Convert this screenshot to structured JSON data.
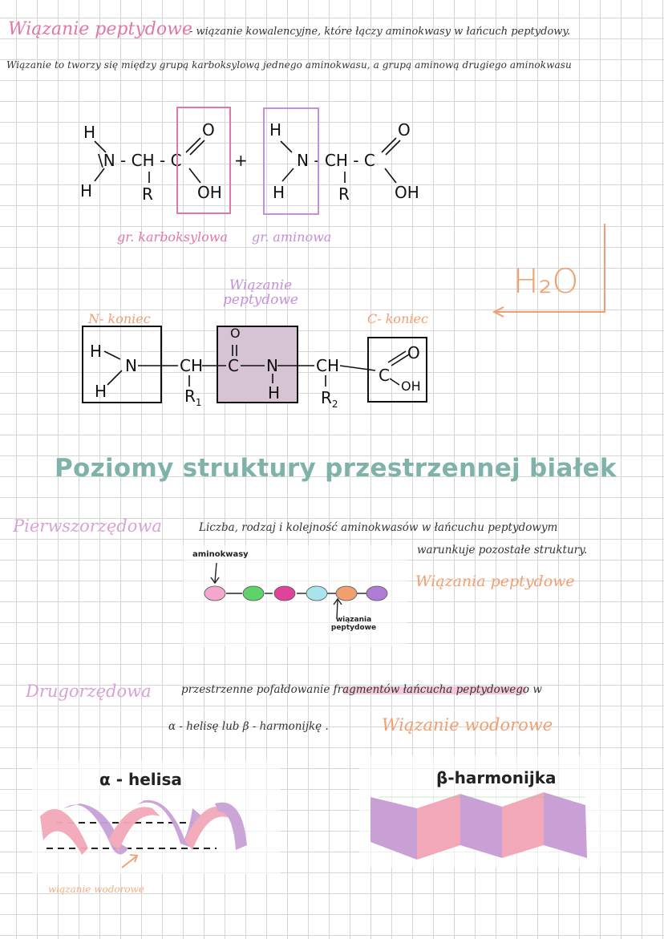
{
  "intro": {
    "term": "Wiązanie peptydowe",
    "definition": "- wiązanie kowalencyjne, które łączy aminokwasy w łańcuch peptydowy.",
    "formed": "Wiązanie to tworzy się między grupą karboksylową jednego aminokwasu, a grupą aminową drugiego aminokwasu"
  },
  "reaction": {
    "plus": "+",
    "label_carboxyl": "gr. karboksylowa",
    "label_amino": "gr. aminowa",
    "water": "H₂O"
  },
  "dipeptide": {
    "label_bond": "Wiązanie peptydowe",
    "label_n_end": "N- koniec",
    "label_c_end": "C- koniec"
  },
  "section": {
    "title": "Poziomy struktury przestrzennej białek"
  },
  "primary": {
    "heading": "Pierwszorzędowa",
    "text1": "Liczba, rodzaj i kolejność aminokwasów w łańcuchu peptydowym",
    "text2": "warunkuje pozostałe struktury.",
    "bond_label": "Wiązania peptydowe",
    "diagram_label_amino": "aminokwasy",
    "diagram_label_bond": "wiązania peptydowe",
    "bead_colors": [
      "#f4a6cc",
      "#5fd36a",
      "#e0449a",
      "#a9e3ee",
      "#f0a070",
      "#b07cd6"
    ]
  },
  "secondary": {
    "heading": "Drugorzędowa",
    "text1": "przestrzenne pofałdowanie fragmentów łańcucha peptydowego w",
    "text2": "α - helisę lub β - harmonijkę .",
    "bond_label": "Wiązanie wodorowe",
    "helix_title": "α - helisa",
    "helix_caption": "wiązanie wodorowe",
    "sheet_title": "β-harmonijka"
  }
}
